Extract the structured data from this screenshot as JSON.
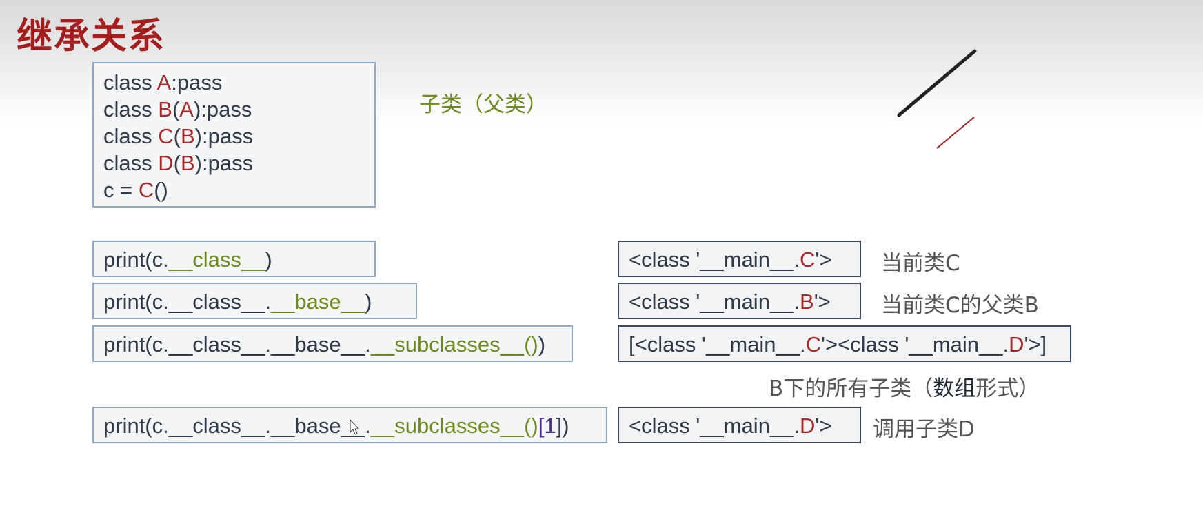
{
  "title": "继承关系",
  "code_block": {
    "lines": [
      [
        "class ",
        "A",
        ":pass"
      ],
      [
        "class ",
        "B",
        "(",
        "A",
        "):pass"
      ],
      [
        "class ",
        "C",
        "(",
        "B",
        "):pass"
      ],
      [
        "class ",
        "D",
        "(",
        "B",
        "):pass"
      ],
      [
        "c = ",
        "C",
        "()"
      ]
    ]
  },
  "annotation_subclass": "子类（父类）",
  "rows": [
    {
      "code": [
        "print(c.",
        "__class__",
        ")"
      ],
      "result": [
        "<class '__main__.",
        "C",
        "'>"
      ],
      "note": "当前类C"
    },
    {
      "code": [
        "print(c.__class__.",
        "__base__",
        ")"
      ],
      "result": [
        "<class '__main__.",
        "B",
        "'>"
      ],
      "note": "当前类C的父类B"
    },
    {
      "code": [
        "print(c.__class__.__base__.",
        "__subclasses__()",
        ")"
      ],
      "result": [
        "[<class '__main__.",
        "C",
        "'><class '__main__.",
        "D",
        "'>]"
      ],
      "note_parts": [
        "B下的所有子类（",
        "数组",
        "形式）"
      ]
    },
    {
      "code": [
        "print(c.__class__.__base__.",
        "__subclasses__()",
        "[",
        "1",
        "])"
      ],
      "result": [
        "<class '__main__.",
        "D",
        "'>"
      ],
      "note": "调用子类D"
    }
  ]
}
